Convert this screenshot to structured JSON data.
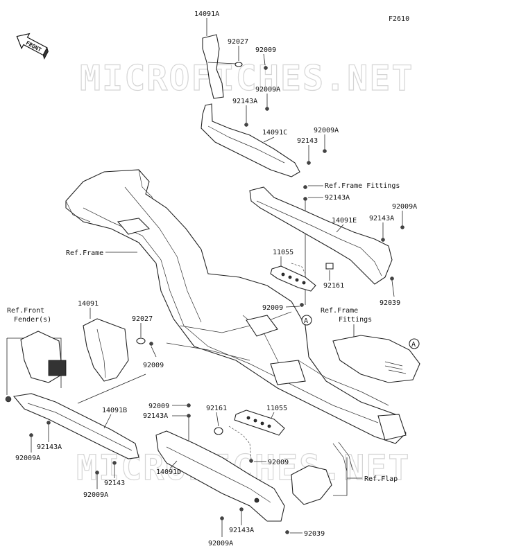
{
  "figure_code": "F2610",
  "front_arrow": "FRONT",
  "watermark": "MICROFICHES.NET",
  "circle_ref": "A",
  "labels": {
    "p14091A": "14091A",
    "p92027_top": "92027",
    "p92009_top": "92009",
    "p92009A_1": "92009A",
    "p92143A_1": "92143A",
    "p14091C": "14091C",
    "p92009A_2": "92009A",
    "p92143_1": "92143",
    "ref_frame_fittings_top": "Ref.Frame Fittings",
    "p92143A_2": "92143A",
    "p92009A_3": "92009A",
    "p92143A_3": "92143A",
    "p14091E": "14091E",
    "ref_frame": "Ref.Frame",
    "p11055_top": "11055",
    "p92161_top": "92161",
    "p92039_top": "92039",
    "p92009_mid": "92009",
    "ref_frame_fittings_mid_1": "Ref.Frame",
    "ref_frame_fittings_mid_2": "Fittings",
    "p14091": "14091",
    "p92027_mid": "92027",
    "ref_front_fender_1": "Ref.Front",
    "ref_front_fender_2": "Fender(s)",
    "p92009_left": "92009",
    "p92009_low": "92009",
    "p92143A_low": "92143A",
    "p92161_low": "92161",
    "p11055_low": "11055",
    "p14091B": "14091B",
    "p92143A_left": "92143A",
    "p92009A_left": "92009A",
    "p92143_low": "92143",
    "p92009A_low": "92009A",
    "p14091D": "14091D",
    "p92009_bottom": "92009",
    "ref_flap": "Ref.Flap",
    "p92143A_bottom": "92143A",
    "p92009A_bottom": "92009A",
    "p92039_bottom": "92039"
  }
}
